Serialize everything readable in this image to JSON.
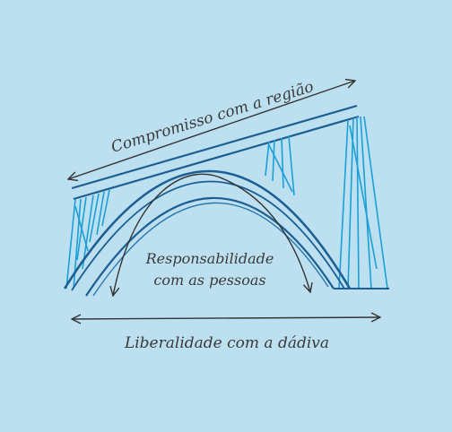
{
  "labels": {
    "top": "Compromisso com a região",
    "middle_line1": "Responsabilidade",
    "middle_line2": "com as pessoas",
    "bottom": "Liberalidade com a dádiva"
  },
  "colors": {
    "background": "#bde0f1",
    "bridge_dark": "#1d5f93",
    "bridge_light": "#1c9fd6",
    "arrow": "#333333",
    "text": "#3a3a3a"
  }
}
